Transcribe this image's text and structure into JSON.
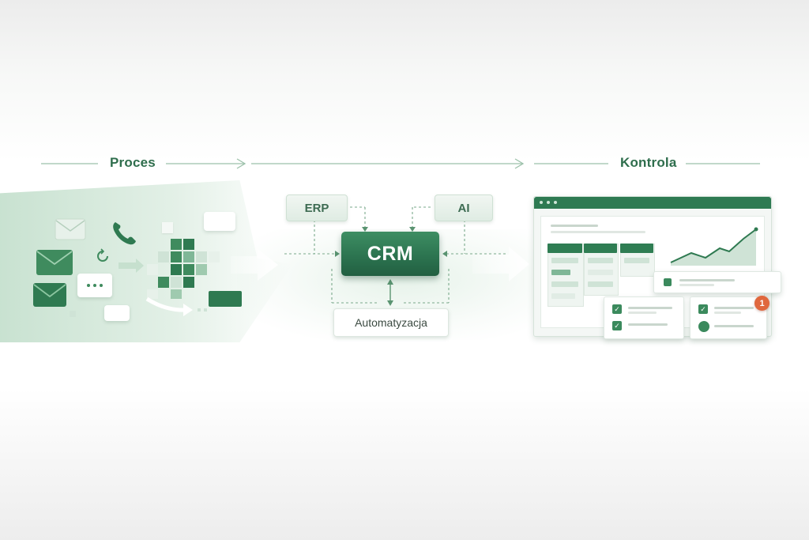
{
  "headings": {
    "left": "Proces",
    "right": "Kontrola"
  },
  "nodes": {
    "erp": "ERP",
    "ai": "AI",
    "crm": "CRM",
    "automation": "Automatyzacja"
  },
  "dashboard": {
    "notification_count": "1"
  },
  "colors": {
    "accent_dark": "#2c7450",
    "accent_mid": "#3e8e63",
    "accent_light": "#cfe3d6",
    "heading_text": "#2f6e4d",
    "badge": "#e0673d"
  },
  "icons": [
    "envelope-icon",
    "phone-icon",
    "chat-bubble-icon",
    "refresh-icon",
    "check-icon"
  ]
}
